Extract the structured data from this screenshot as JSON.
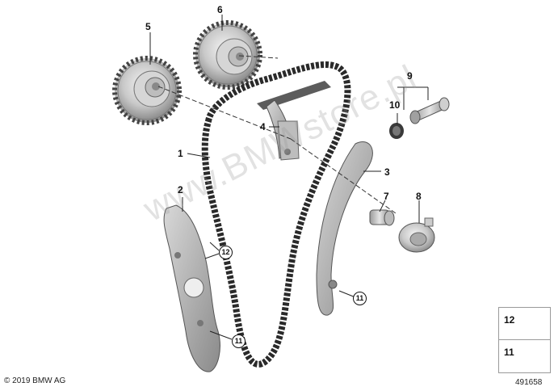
{
  "diagram": {
    "callouts": {
      "c1": "1",
      "c2": "2",
      "c3": "3",
      "c4": "4",
      "c5": "5",
      "c6": "6",
      "c7": "7",
      "c8": "8",
      "c9": "9",
      "c10": "10"
    },
    "circled": {
      "c11a": "11",
      "c11b": "11",
      "c12": "12"
    },
    "legend": {
      "top_label": "12",
      "bottom_label": "11"
    },
    "copyright": "© 2019 BMW AG",
    "image_number": "491658",
    "watermark": "www.BMWstore.pl"
  }
}
